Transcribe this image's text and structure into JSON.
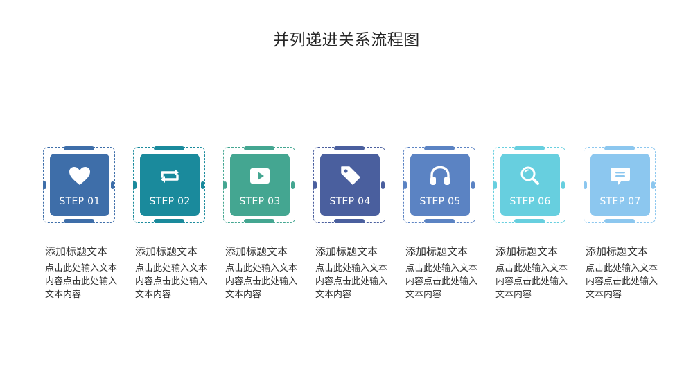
{
  "title": "并列递进关系流程图",
  "steps": [
    {
      "label": "STEP 01",
      "heading": "添加标题文本",
      "text": "点击此处输入文本内容点击此处输入文本内容",
      "color": "#3e6ea9",
      "icon": "heart-icon"
    },
    {
      "label": "STEP 02",
      "heading": "添加标题文本",
      "text": "点击此处输入文本内容点击此处输入文本内容",
      "color": "#1a8a9c",
      "icon": "refresh-icon"
    },
    {
      "label": "STEP 03",
      "heading": "添加标题文本",
      "text": "点击此处输入文本内容点击此处输入文本内容",
      "color": "#44a691",
      "icon": "play-icon"
    },
    {
      "label": "STEP 04",
      "heading": "添加标题文本",
      "text": "点击此处输入文本内容点击此处输入文本内容",
      "color": "#4a5f9e",
      "icon": "tag-icon"
    },
    {
      "label": "STEP 05",
      "heading": "添加标题文本",
      "text": "点击此处输入文本内容点击此处输入文本内容",
      "color": "#5b83c3",
      "icon": "headphones-icon"
    },
    {
      "label": "STEP 06",
      "heading": "添加标题文本",
      "text": "点击此处输入文本内容点击此处输入文本内容",
      "color": "#67cfdf",
      "icon": "search-icon"
    },
    {
      "label": "STEP 07",
      "heading": "添加标题文本",
      "text": "点击此处输入文本内容点击此处输入文本内容",
      "color": "#8cc7ef",
      "icon": "chat-icon"
    }
  ]
}
